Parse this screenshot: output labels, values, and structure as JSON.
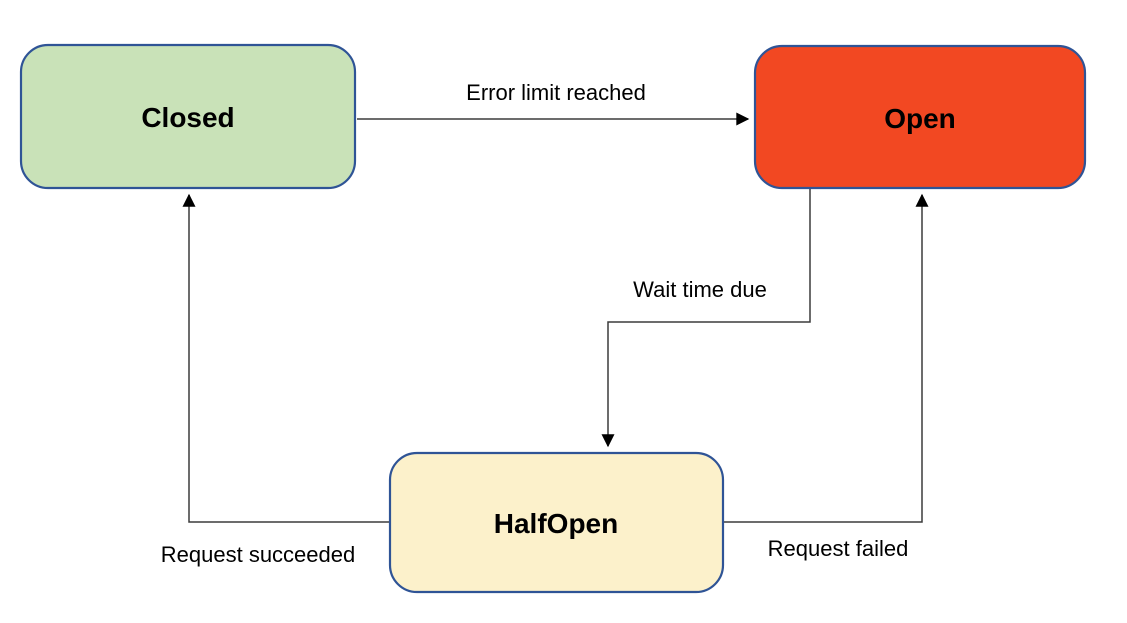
{
  "diagram": {
    "kind": "circuit-breaker-state-diagram",
    "background": "#ffffff",
    "line_color": "#3b3b3b",
    "arrow_color": "#000000",
    "states": [
      {
        "id": "closed",
        "label": "Closed",
        "fill": "#c9e2b8",
        "border": "#2f5496"
      },
      {
        "id": "open",
        "label": "Open",
        "fill": "#f24822",
        "border": "#2f5496"
      },
      {
        "id": "halfopen",
        "label": "HalfOpen",
        "fill": "#fcf1cb",
        "border": "#2f5496"
      }
    ],
    "transitions": [
      {
        "from": "Closed",
        "to": "Open",
        "label": "Error limit reached"
      },
      {
        "from": "Open",
        "to": "HalfOpen",
        "label": "Wait time due"
      },
      {
        "from": "HalfOpen",
        "to": "Closed",
        "label": "Request succeeded"
      },
      {
        "from": "HalfOpen",
        "to": "Open",
        "label": "Request failed"
      }
    ]
  }
}
